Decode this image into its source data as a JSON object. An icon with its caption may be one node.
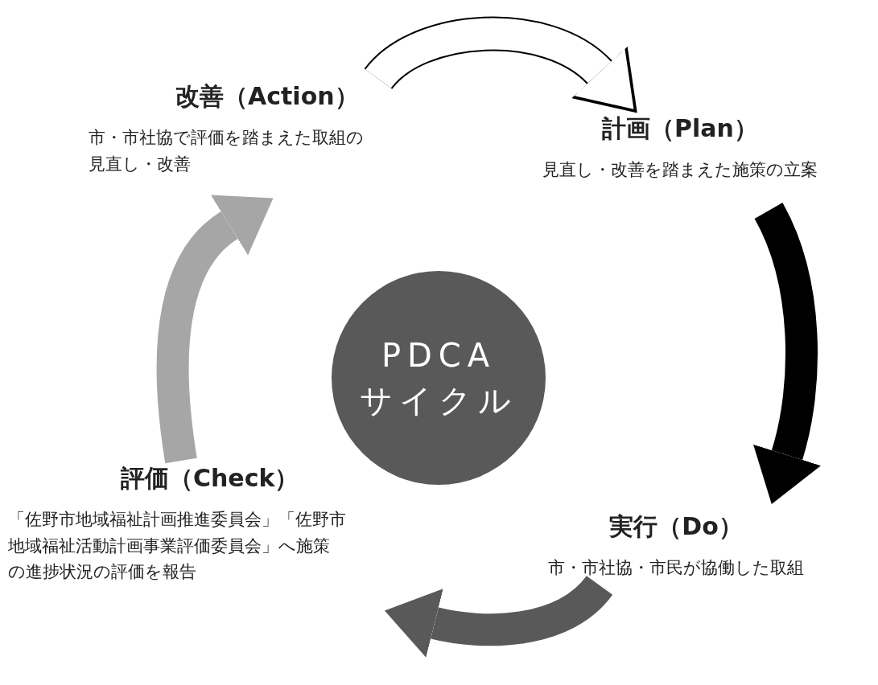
{
  "diagram": {
    "nodes": [
      {
        "text": [
          "改善（Action）",
          "市・市社協で評価を踏まえた取組の見直し・改善"
        ]
      },
      {
        "text": [
          "計画（Plan）",
          "見直し・改善を踏まえた施策の立案"
        ]
      },
      {
        "text": [
          "PDCA サイクル"
        ]
      },
      {
        "text": [
          "評価（Check）",
          "「佐野市地域福祉計画推進委員会」「佐野市地域福祉活動計画事業評価委員会」へ施策の進捗状況の評価を報告"
        ]
      },
      {
        "text": [
          "実行（Do）",
          "市・市社協・市民が協働した取組"
        ]
      }
    ],
    "edges": [
      {
        "from": 0,
        "to": 1,
        "arrow": "to"
      },
      {
        "from": 1,
        "to": 4,
        "arrow": "to",
        "color": "#000000"
      },
      {
        "from": 4,
        "to": 3,
        "arrow": "to",
        "color": "#595959"
      },
      {
        "from": 3,
        "to": 0,
        "arrow": "to",
        "color": "#a6a6a6"
      }
    ]
  }
}
